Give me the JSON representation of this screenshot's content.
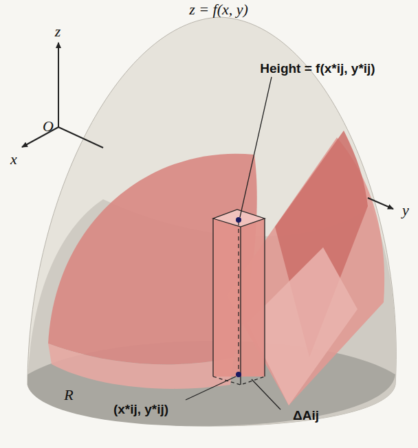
{
  "diagram": {
    "labels": [
      "z",
      "O",
      "x",
      "y",
      "z = f(x, y)",
      "Height = f(x*ij, y*ij)",
      "R",
      "(x*ij, y*ij)",
      "ΔAij"
    ]
  }
}
